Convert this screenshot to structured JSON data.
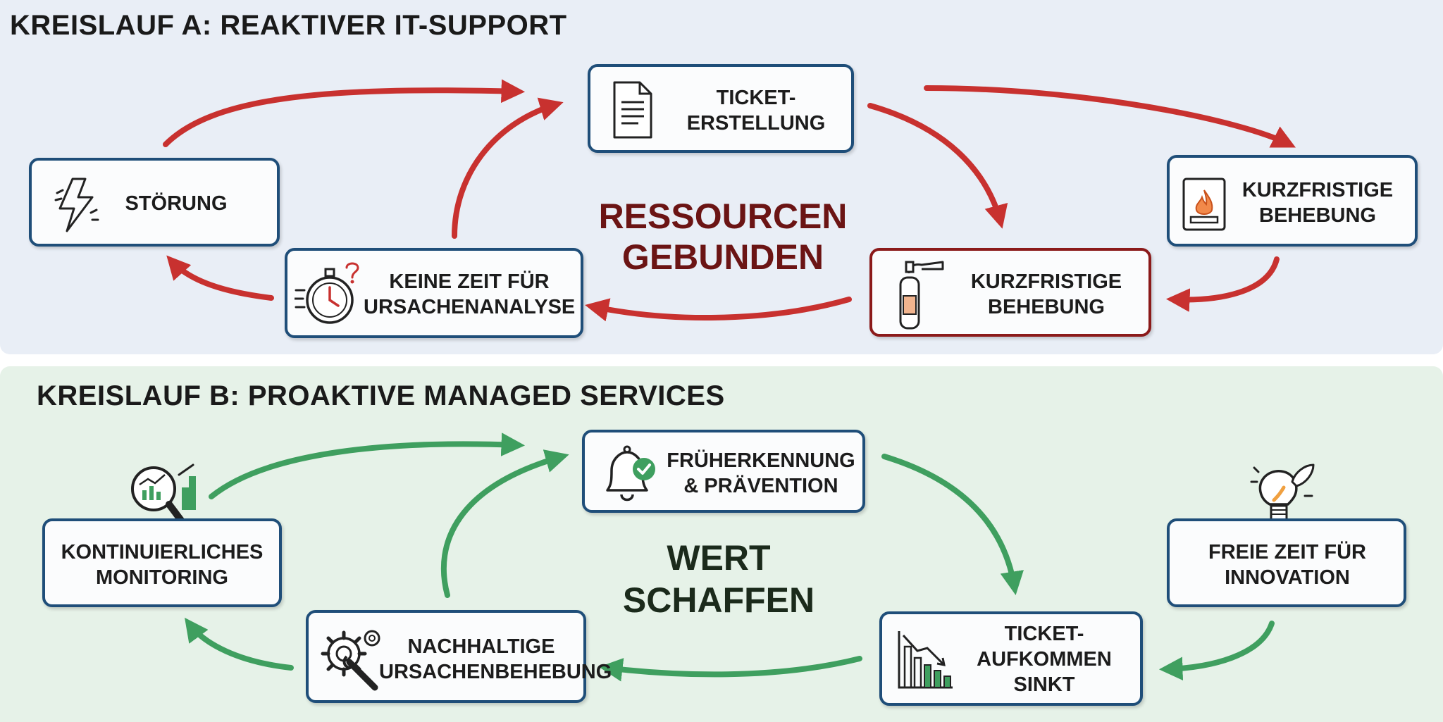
{
  "cycle_a": {
    "title": "KREISLAUF A: REAKTIVER IT-SUPPORT",
    "center_label": "RESSOURCEN\nGEBUNDEN",
    "nodes": {
      "stoerung": "STÖRUNG",
      "ticket_erstellung": "TICKET-\nERSTELLUNG",
      "kurzfristige_behebung_right": "KURZFRISTIGE\nBEHEBUNG",
      "kurzfristige_behebung_center": "KURZFRISTIGE\nBEHEBUNG",
      "keine_zeit": "KEINE ZEIT FÜR\nURSACHENANALYSE"
    }
  },
  "cycle_b": {
    "title": "KREISLAUF B:  PROAKTIVE MANAGED SERVICES",
    "center_label": "WERT\nSCHAFFEN",
    "nodes": {
      "monitoring": "KONTINUIERLICHES\nMONITORING",
      "frueherkennung": "FRÜHERKENNUNG\n& PRÄVENTION",
      "freie_zeit": "FREIE ZEIT FÜR\nINNOVATION",
      "ticket_aufkommen": "TICKET-\nAUFKOMMEN\nSINKT",
      "nachhaltige": "NACHHALTIGE\nURSACHENBEHEBUNG"
    }
  },
  "colors": {
    "red_arrow": "#c8312f",
    "green_arrow": "#3f9f5f",
    "box_border": "#1f4e79",
    "box_border_highlight": "#8b1a1a",
    "center_a": "#6b1414",
    "center_b": "#1b2a1b"
  },
  "icons": {
    "stoerung": "lightning-icon",
    "ticket_erstellung": "document-icon",
    "kurzfristige_behebung_right": "fire-icon",
    "kurzfristige_behebung_center": "fire-extinguisher-icon",
    "keine_zeit": "stopwatch-icon",
    "monitoring": "magnifier-chart-icon",
    "frueherkennung": "bell-check-icon",
    "freie_zeit": "lightbulb-rocket-icon",
    "ticket_aufkommen": "declining-chart-icon",
    "nachhaltige": "gear-wrench-icon"
  }
}
